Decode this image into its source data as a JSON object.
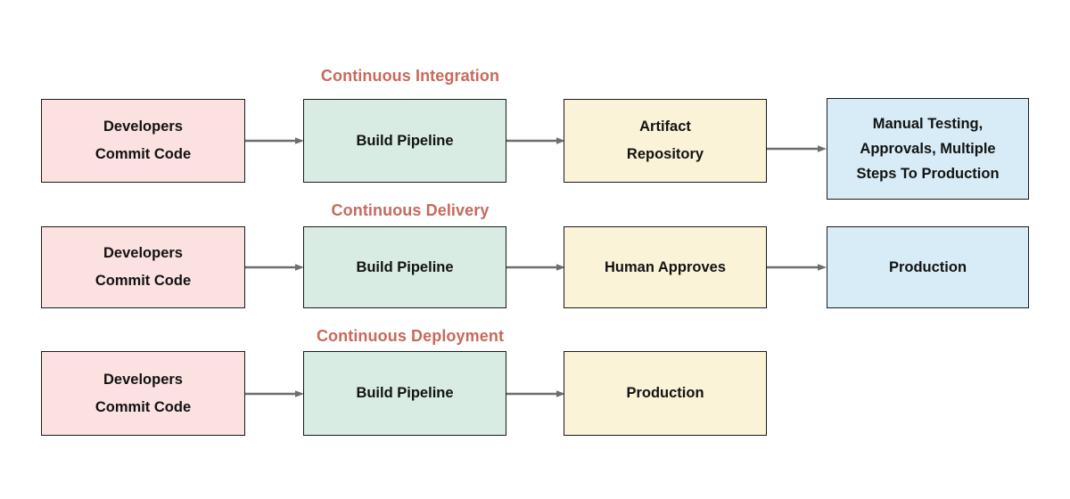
{
  "diagram": {
    "title_color": "#c8695c",
    "rows": [
      {
        "id": "continuous-integration",
        "title": "Continuous Integration",
        "nodes": [
          {
            "id": "developers-commit-code",
            "lines": [
              "Developers",
              "Commit Code"
            ],
            "color": "#fbe1e0"
          },
          {
            "id": "build-pipeline",
            "lines": [
              "Build Pipeline"
            ],
            "color": "#d9ece4"
          },
          {
            "id": "artifact-repository",
            "lines": [
              "Artifact",
              "Repository"
            ],
            "color": "#faf3d8"
          },
          {
            "id": "manual-testing",
            "lines": [
              "Manual Testing,",
              "Approvals, Multiple",
              "Steps To Production"
            ],
            "color": "#d7ecf6"
          }
        ]
      },
      {
        "id": "continuous-delivery",
        "title": "Continuous Delivery",
        "nodes": [
          {
            "id": "developers-commit-code",
            "lines": [
              "Developers",
              "Commit Code"
            ],
            "color": "#fbe1e0"
          },
          {
            "id": "build-pipeline",
            "lines": [
              "Build Pipeline"
            ],
            "color": "#d9ece4"
          },
          {
            "id": "human-approves",
            "lines": [
              "Human Approves"
            ],
            "color": "#faf3d8"
          },
          {
            "id": "production",
            "lines": [
              "Production"
            ],
            "color": "#d7ecf6"
          }
        ]
      },
      {
        "id": "continuous-deployment",
        "title": "Continuous Deployment",
        "nodes": [
          {
            "id": "developers-commit-code",
            "lines": [
              "Developers",
              "Commit Code"
            ],
            "color": "#fbe1e0"
          },
          {
            "id": "build-pipeline",
            "lines": [
              "Build Pipeline"
            ],
            "color": "#d9ece4"
          },
          {
            "id": "production",
            "lines": [
              "Production"
            ],
            "color": "#faf3d8"
          }
        ]
      }
    ],
    "connector": {
      "name": "arrow-connector",
      "color": "#6e6e6e"
    }
  }
}
